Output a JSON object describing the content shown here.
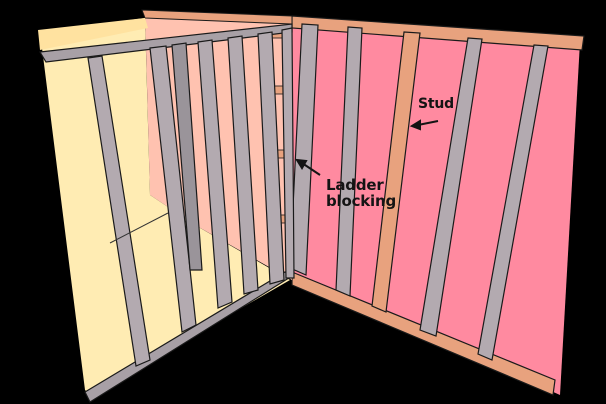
{
  "diagram": {
    "subject": "Metal stud wall framing corner with ladder blocking",
    "labels": {
      "stud": "Stud",
      "ladder_line1": "Ladder",
      "ladder_line2": "blocking"
    },
    "colors": {
      "background": "#000000",
      "right_wall_fill": "#FF8AA0",
      "left_wall_fill": "#FFECB3",
      "interior_fill": "#FFC2B0",
      "wood_track": "#E8A27E",
      "metal_stud": "#B3AAB0",
      "metal_stud_dark": "#9A949A",
      "outline": "#1A1A1A"
    }
  }
}
